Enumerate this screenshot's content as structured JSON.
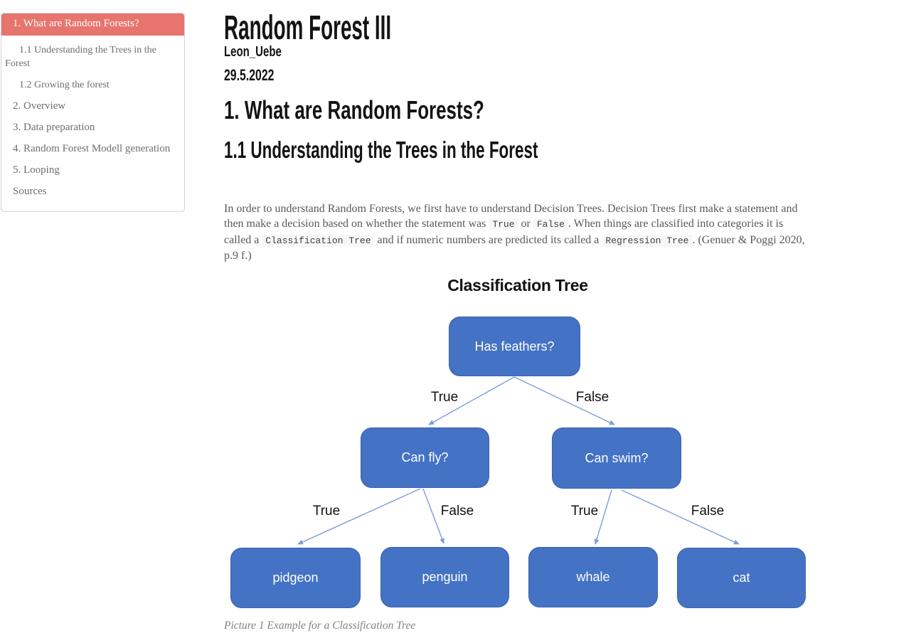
{
  "sidebar": {
    "items": [
      {
        "label": "1. What are Random Forests?",
        "level": 1,
        "active": true
      },
      {
        "label": "1.1 Understanding the Trees in the Forest",
        "level": 2,
        "active": false
      },
      {
        "label": "1.2 Growing the forest",
        "level": 2,
        "active": false
      },
      {
        "label": "2. Overview",
        "level": 1,
        "active": false
      },
      {
        "label": "3. Data preparation",
        "level": 1,
        "active": false
      },
      {
        "label": "4. Random Forest Modell generation",
        "level": 1,
        "active": false
      },
      {
        "label": "5. Looping",
        "level": 1,
        "active": false
      },
      {
        "label": "Sources",
        "level": 1,
        "active": false
      }
    ]
  },
  "header": {
    "title": "Random Forest III",
    "author": "Leon_Uebe",
    "date": "29.5.2022"
  },
  "sections": {
    "h1": "1. What are Random Forests?",
    "h2": "1.1 Understanding the Trees in the Forest"
  },
  "paragraph": {
    "segments": [
      {
        "type": "text",
        "value": "In order to understand Random Forests, we first have to understand Decision Trees. Decision Trees first make a statement and then make a decision based on whether the statement was "
      },
      {
        "type": "code",
        "value": "True"
      },
      {
        "type": "text",
        "value": " or "
      },
      {
        "type": "code",
        "value": "False"
      },
      {
        "type": "text",
        "value": ". When things are classified into categories it is called a "
      },
      {
        "type": "code",
        "value": "Classification Tree"
      },
      {
        "type": "text",
        "value": " and if numeric numbers are predicted its called a "
      },
      {
        "type": "code",
        "value": "Regression Tree"
      },
      {
        "type": "text",
        "value": ". (Genuer & Poggi 2020, p.9 f.)"
      }
    ]
  },
  "diagram": {
    "title": "Classification Tree",
    "nodes": [
      {
        "id": "root",
        "label": "Has feathers?"
      },
      {
        "id": "left",
        "label": "Can fly?"
      },
      {
        "id": "right",
        "label": "Can swim?"
      },
      {
        "id": "leaf1",
        "label": "pidgeon"
      },
      {
        "id": "leaf2",
        "label": "penguin"
      },
      {
        "id": "leaf3",
        "label": "whale"
      },
      {
        "id": "leaf4",
        "label": "cat"
      }
    ],
    "branch_labels": [
      "True",
      "False",
      "True",
      "False",
      "True",
      "False"
    ],
    "caption": "Picture 1 Example for a Classification Tree"
  },
  "colors": {
    "toc_active": "#E8746E",
    "toc_border": "#D3D3D3",
    "toc_text": "#6E6E6E",
    "code_bg": "#F7F7F7",
    "node_fill": "#4472C4",
    "node_border": "#3A62AE",
    "arrow": "#7C9CDC"
  }
}
